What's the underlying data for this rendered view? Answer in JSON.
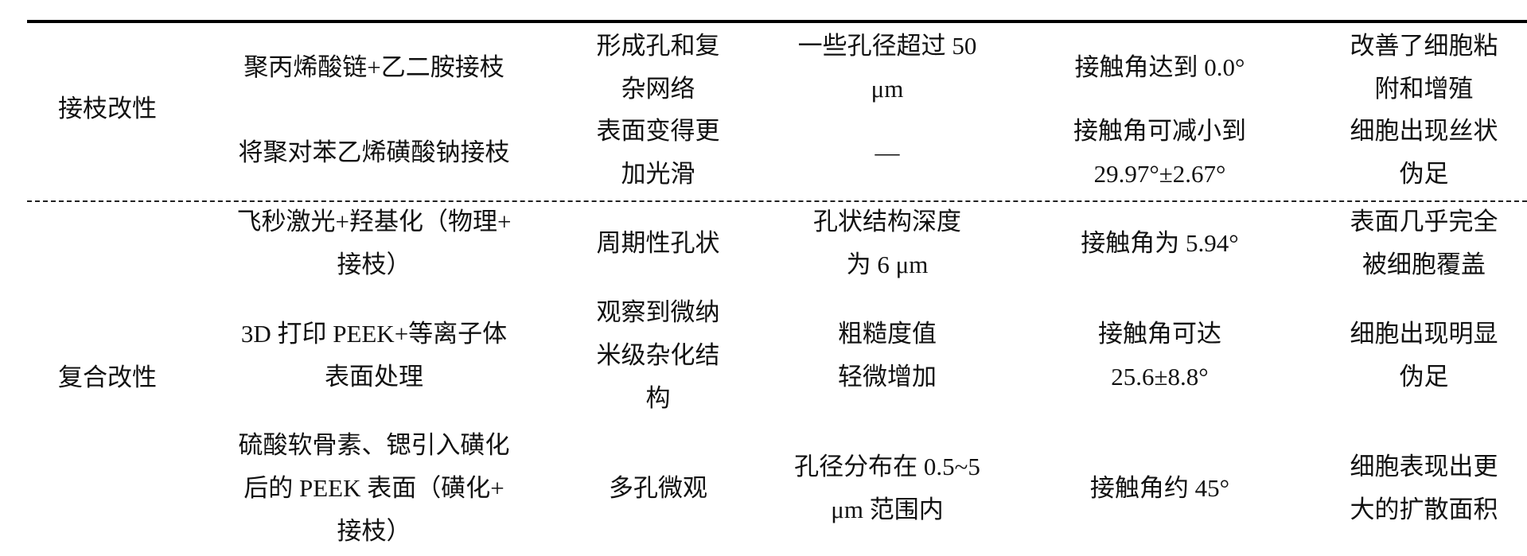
{
  "table": {
    "groups": [
      {
        "label": "接枝改性",
        "rows": [
          {
            "method": [
              "聚丙烯酸链+乙二胺接枝"
            ],
            "morphology": [
              "形成孔和复",
              "杂网络"
            ],
            "structure": [
              "一些孔径超过 50",
              "μm"
            ],
            "wettability": [
              "接触角达到 0.0°"
            ],
            "cell_response": [
              "改善了细胞粘",
              "附和增殖"
            ]
          },
          {
            "method": [
              "将聚对苯乙烯磺酸钠接枝"
            ],
            "morphology": [
              "表面变得更",
              "加光滑"
            ],
            "structure": [
              "—"
            ],
            "wettability": [
              "接触角可减小到",
              "29.97°±2.67°"
            ],
            "cell_response": [
              "细胞出现丝状",
              "伪足"
            ]
          }
        ]
      },
      {
        "label": "复合改性",
        "rows": [
          {
            "method": [
              "飞秒激光+羟基化（物理+",
              "接枝）"
            ],
            "morphology": [
              "周期性孔状"
            ],
            "structure": [
              "孔状结构深度",
              "为 6 μm"
            ],
            "wettability": [
              "接触角为 5.94°"
            ],
            "cell_response": [
              "表面几乎完全",
              "被细胞覆盖"
            ]
          },
          {
            "method": [
              "3D 打印 PEEK+等离子体",
              "表面处理"
            ],
            "morphology": [
              "观察到微纳",
              "米级杂化结",
              "构"
            ],
            "structure": [
              "粗糙度值",
              "轻微增加"
            ],
            "wettability": [
              "接触角可达",
              "25.6±8.8°"
            ],
            "cell_response": [
              "细胞出现明显",
              "伪足"
            ]
          },
          {
            "method": [
              "硫酸软骨素、锶引入磺化",
              "后的 PEEK 表面（磺化+",
              "接枝）"
            ],
            "morphology": [
              "多孔微观"
            ],
            "structure": [
              "孔径分布在 0.5~5",
              "μm 范围内"
            ],
            "wettability": [
              "接触角约 45°"
            ],
            "cell_response": [
              "细胞表现出更",
              "大的扩散面积"
            ]
          }
        ]
      }
    ]
  }
}
